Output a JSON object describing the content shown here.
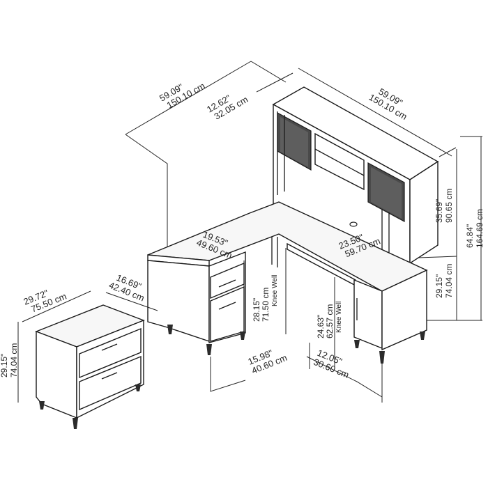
{
  "dimensions": {
    "desk_total_width": {
      "in": "59.09\"",
      "cm": "150.10 cm"
    },
    "hutch_depth": {
      "in": "12.62\"",
      "cm": "32.05 cm"
    },
    "hutch_width": {
      "in": "59.09\"",
      "cm": "150.10 cm"
    },
    "hutch_height": {
      "in": "35.69\"",
      "cm": "90.65 cm"
    },
    "total_height": {
      "in": "64.84\"",
      "cm": "164.69 cm"
    },
    "desk_height_right": {
      "in": "29.15\"",
      "cm": "74.04 cm"
    },
    "return_width": {
      "in": "19.53\"",
      "cm": "49.60 cm"
    },
    "main_desk_depth": {
      "in": "23.50\"",
      "cm": "59.70 cm"
    },
    "knee_well_left": {
      "in": "28.15\"",
      "cm": "71.50 cm",
      "label": "Knee Well"
    },
    "knee_well_right": {
      "in": "24.63\"",
      "cm": "62.57 cm",
      "label": "Knee Well"
    },
    "knee_well_left_width": {
      "in": "15.98\"",
      "cm": "40.60 cm"
    },
    "knee_well_right_width": {
      "in": "12.05\"",
      "cm": "30.60 cm"
    },
    "file_width": {
      "in": "29.72\"",
      "cm": "75.50 cm"
    },
    "file_depth": {
      "in": "16.69\"",
      "cm": "42.40 cm"
    },
    "file_height": {
      "in": "29.15\"",
      "cm": "74.04 cm"
    }
  }
}
